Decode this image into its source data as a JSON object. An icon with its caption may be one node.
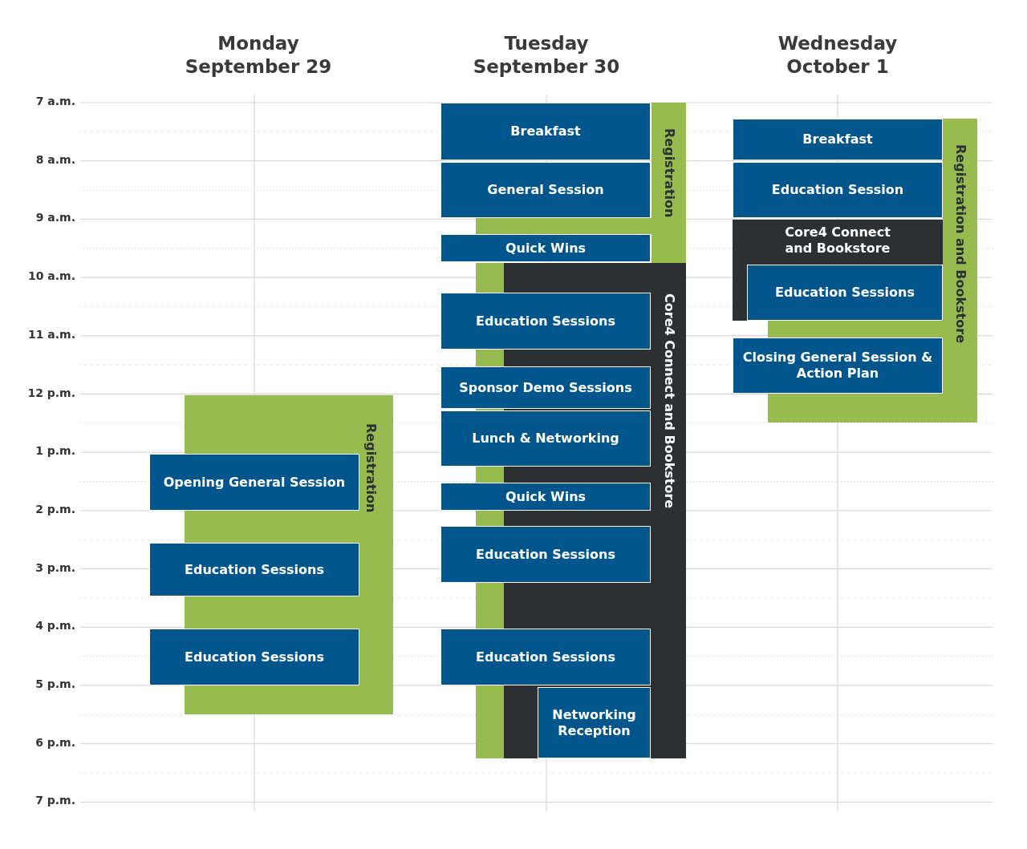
{
  "diagram": {
    "nodes": [
      {
        "text": [
          "Registration"
        ]
      },
      {
        "text": [
          "Opening General Session"
        ]
      },
      {
        "text": [
          "Education Sessions"
        ]
      },
      {
        "text": [
          "Education Sessions"
        ]
      },
      {
        "text": [
          "Registration"
        ]
      },
      {
        "text": [
          "Breakfast"
        ]
      },
      {
        "text": [
          "General Session"
        ]
      },
      {
        "text": [
          "Quick Wins"
        ]
      },
      {
        "text": [
          "Core4 Connect and Bookstore"
        ]
      },
      {
        "text": [
          "Education Sessions"
        ]
      },
      {
        "text": [
          "Sponsor Demo Sessions"
        ]
      },
      {
        "text": [
          "Lunch & Networking"
        ]
      },
      {
        "text": [
          "Quick Wins"
        ]
      },
      {
        "text": [
          "Education Sessions"
        ]
      },
      {
        "text": [
          "Education Sessions"
        ]
      },
      {
        "text": [
          "Networking Reception"
        ],
        "in": 8
      },
      {
        "text": [
          "Registration and Bookstore"
        ]
      },
      {
        "text": [
          "Breakfast"
        ]
      },
      {
        "text": [
          "Education Session"
        ]
      },
      {
        "text": [
          "Core4 Connect and Bookstore"
        ]
      },
      {
        "text": [
          "Education Sessions"
        ],
        "in": 19
      },
      {
        "text": [
          "Closing General Session & Action Plan"
        ]
      }
    ],
    "edges": [],
    "labels": [
      "Monday September 29",
      "Tuesday September 30",
      "Wednesday October 1",
      "7 a.m.",
      "8 a.m.",
      "9 a.m.",
      "10 a.m.",
      "11 a.m.",
      "12 p.m.",
      "1 p.m.",
      "2 p.m.",
      "3 p.m.",
      "4 p.m.",
      "5 p.m.",
      "6 p.m.",
      "7 p.m."
    ]
  }
}
